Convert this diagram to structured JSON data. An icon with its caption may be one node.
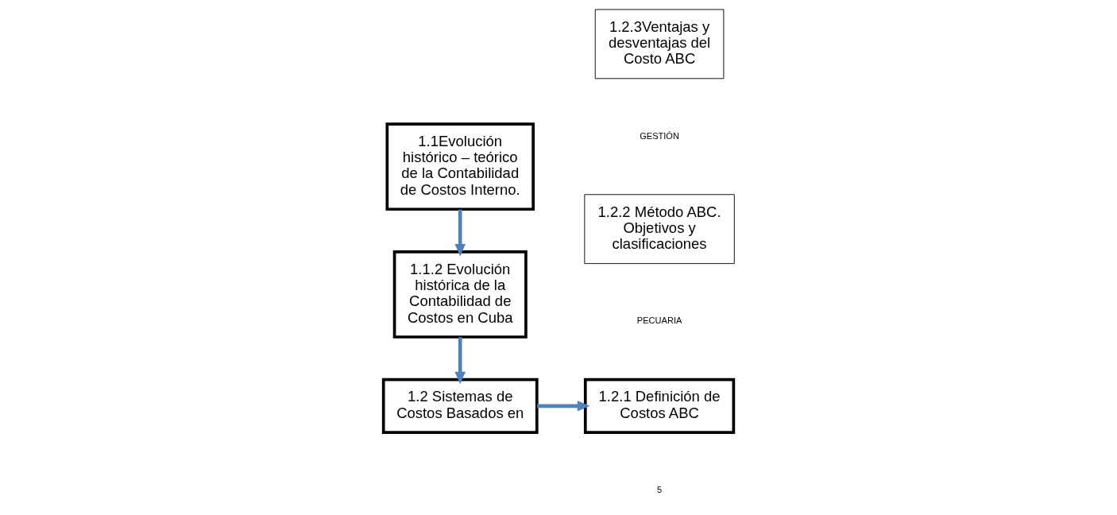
{
  "diagram": {
    "nodes": [
      {
        "text": [
          "1.1Evolución histórico – teórico de la Contabilidad de Costos Interno."
        ]
      },
      {
        "text": [
          "1.1.2 Evolución histórica de la Contabilidad de Costos en Cuba"
        ]
      },
      {
        "text": [
          "1.2 Sistemas de Costos Basados en"
        ]
      },
      {
        "text": [
          "1.2.3Ventajas y desventajas del Costo ABC"
        ]
      },
      {
        "text": [
          "1.2.2 Método ABC. Objetivos y clasificaciones"
        ]
      },
      {
        "text": [
          "1.2.1 Definición de Costos ABC"
        ]
      }
    ],
    "edges": [
      {
        "from": 0,
        "to": 1,
        "arrow": "to"
      },
      {
        "from": 1,
        "to": 2,
        "arrow": "to"
      },
      {
        "from": 2,
        "to": 5,
        "arrow": "to"
      }
    ],
    "labels": [
      "GESTIÓN",
      "PECUARIA",
      "5"
    ]
  }
}
